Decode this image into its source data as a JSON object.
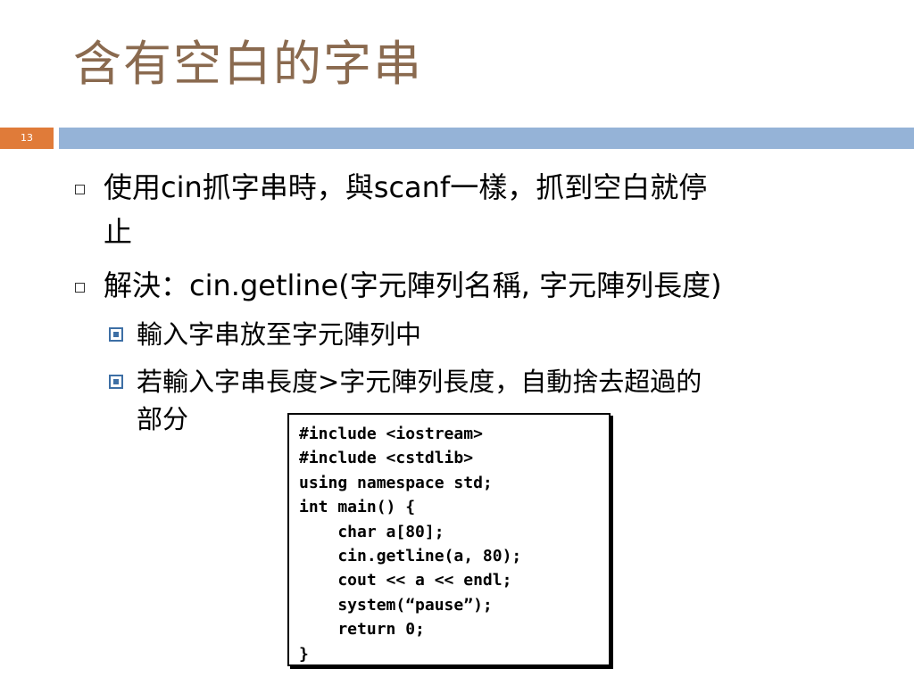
{
  "title": "含有空白的字串",
  "slide_number": "13",
  "bullets": {
    "b1_line1": "使用cin抓字串時，與scanf一樣，抓到空白就停",
    "b1_line2": "止",
    "b2": "解決：cin.getline(字元陣列名稱, 字元陣列長度)",
    "b2_sub1": "輸入字串放至字元陣列中",
    "b2_sub2_line1": "若輸入字串長度>字元陣列長度，自動捨去超過的",
    "b2_sub2_line2": "部分"
  },
  "code": [
    "#include <iostream>",
    "#include <cstdlib>",
    "using namespace std;",
    "int main() {",
    "    char a[80];",
    "    cin.getline(a, 80);",
    "    cout << a << endl;",
    "    system(“pause”);",
    "    return 0;",
    "}"
  ]
}
